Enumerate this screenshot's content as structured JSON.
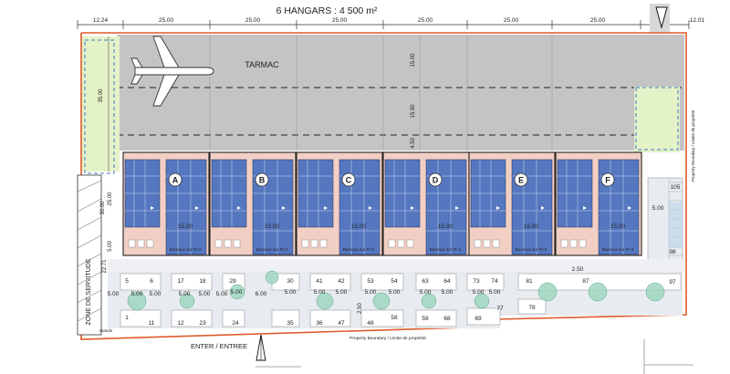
{
  "title": "6 HANGARS : 4 500 m²",
  "tarmac_label": "TARMAC",
  "top_dimensions": [
    "12.24",
    "25.00",
    "25.00",
    "25.00",
    "25.00",
    "25.00",
    "25.00",
    "12.01"
  ],
  "hangars": [
    {
      "letter": "A",
      "size": "15.00",
      "office": "Bureaux sur R+2"
    },
    {
      "letter": "B",
      "size": "15.00",
      "office": "Bureaux sur R+2"
    },
    {
      "letter": "C",
      "size": "15.00",
      "office": "Bureaux sur R+2"
    },
    {
      "letter": "D",
      "size": "15.00",
      "office": "Bureaux sur R+2"
    },
    {
      "letter": "E",
      "size": "15.00",
      "office": "Bureaux sur R+2"
    },
    {
      "letter": "F",
      "size": "15.00",
      "office": "Bureaux sur R+2"
    }
  ],
  "vertical_dims": {
    "apron_1": "15.00",
    "apron_2": "15.50",
    "apron_3": "4.50",
    "left_green": "35.00",
    "left_25": "25.00",
    "left_30": "30.00",
    "left_5": "5.00",
    "left_22": "22.71",
    "right_5": "5.00",
    "mid_5": "5.00"
  },
  "parking_dims": {
    "d5": "5.00",
    "d6": "6.00",
    "d250": "2.50"
  },
  "parking_top_numbers": [
    "5",
    "6",
    "17",
    "18",
    "29",
    "30",
    "41",
    "42",
    "53",
    "54",
    "63",
    "64",
    "73",
    "74",
    "81",
    "87",
    "97",
    "105"
  ],
  "parking_bottom_numbers": [
    "1",
    "11",
    "12",
    "23",
    "24",
    "35",
    "36",
    "47",
    "48",
    "58",
    "59",
    "68",
    "69",
    "77",
    "78",
    "98"
  ],
  "labels": {
    "servitude": "ZONE DE SERVITUDE",
    "entrance": "ENTER / ENTREE",
    "boundary_bottom": "Property Boundary / Limite de propriété",
    "boundary_right": "Property Boundary / Limite de propriété",
    "islands": "Islands"
  },
  "colors": {
    "tarmac": "#c4c4c4",
    "green": "#e4f2c7",
    "boundary": "#e05a2a",
    "hangar_roof": "#5577c0",
    "office": "#f2cfc5",
    "dash_blue": "#3b78c8"
  }
}
